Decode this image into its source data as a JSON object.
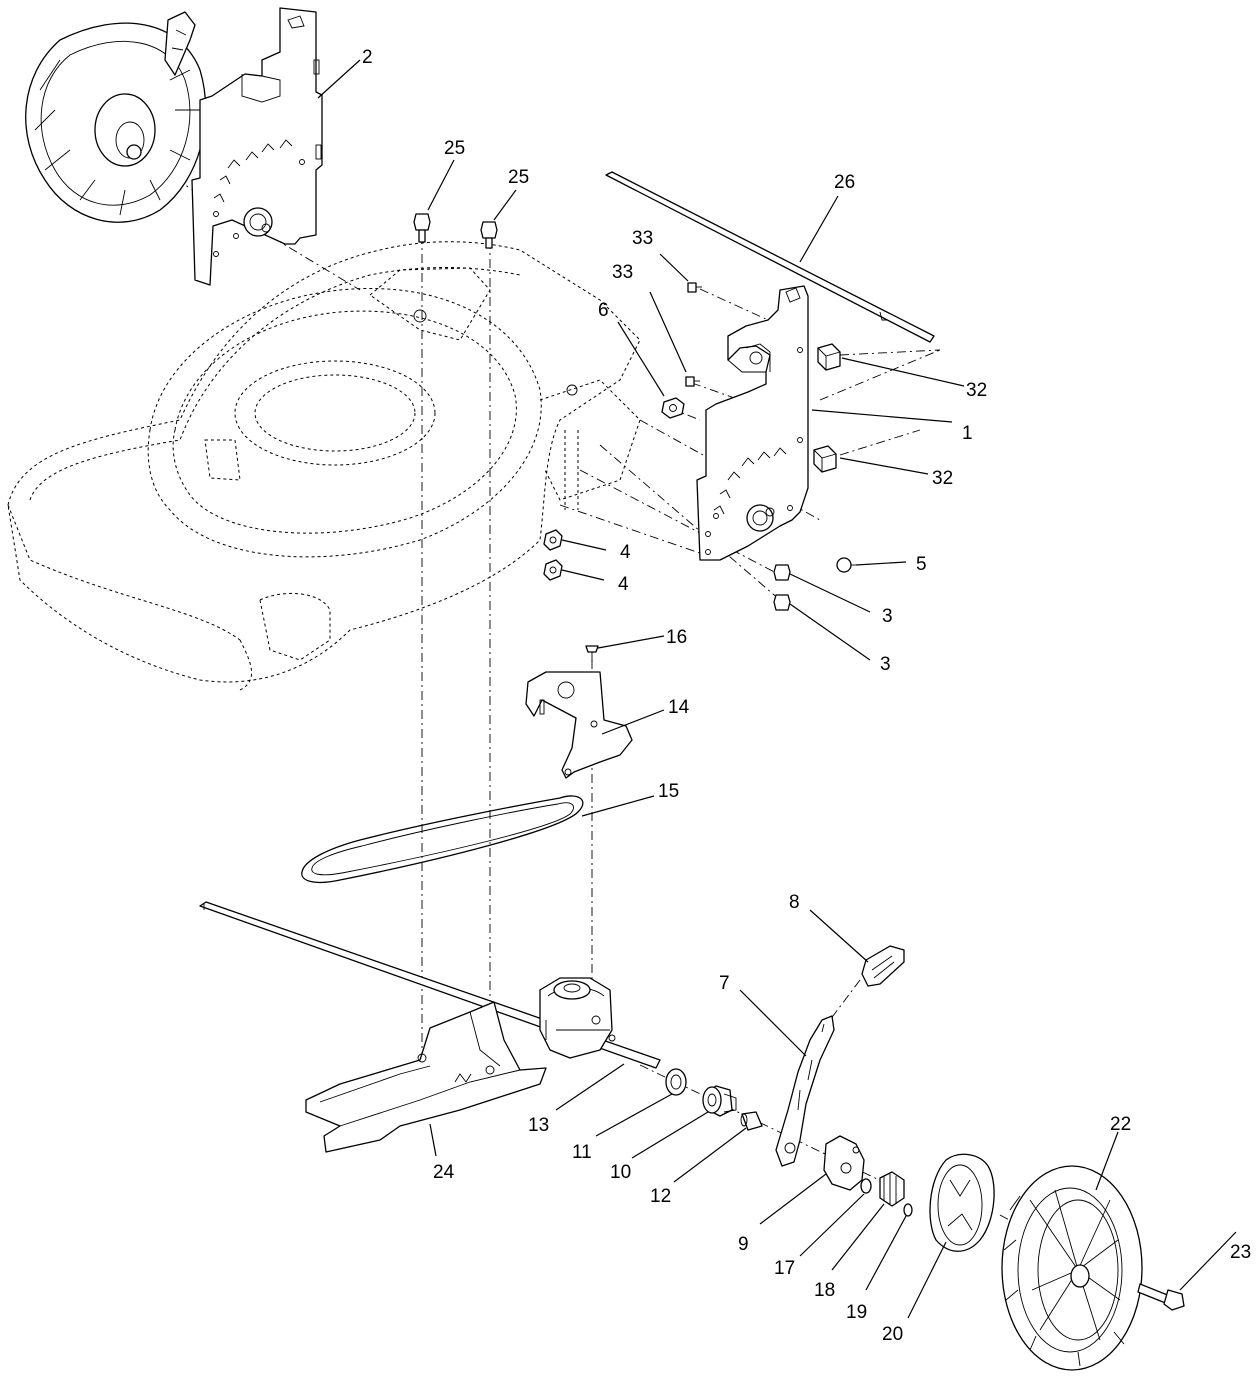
{
  "callouts": [
    {
      "id": "c1",
      "text": "1"
    },
    {
      "id": "c2",
      "text": "2"
    },
    {
      "id": "c3a",
      "text": "3"
    },
    {
      "id": "c3b",
      "text": "3"
    },
    {
      "id": "c4a",
      "text": "4"
    },
    {
      "id": "c4b",
      "text": "4"
    },
    {
      "id": "c5",
      "text": "5"
    },
    {
      "id": "c6",
      "text": "6"
    },
    {
      "id": "c7",
      "text": "7"
    },
    {
      "id": "c8",
      "text": "8"
    },
    {
      "id": "c9",
      "text": "9"
    },
    {
      "id": "c10",
      "text": "10"
    },
    {
      "id": "c11",
      "text": "11"
    },
    {
      "id": "c12",
      "text": "12"
    },
    {
      "id": "c13",
      "text": "13"
    },
    {
      "id": "c14",
      "text": "14"
    },
    {
      "id": "c15",
      "text": "15"
    },
    {
      "id": "c16",
      "text": "16"
    },
    {
      "id": "c17",
      "text": "17"
    },
    {
      "id": "c18",
      "text": "18"
    },
    {
      "id": "c19",
      "text": "19"
    },
    {
      "id": "c20",
      "text": "20"
    },
    {
      "id": "c22",
      "text": "22"
    },
    {
      "id": "c23",
      "text": "23"
    },
    {
      "id": "c24",
      "text": "24"
    },
    {
      "id": "c25a",
      "text": "25"
    },
    {
      "id": "c25b",
      "text": "25"
    },
    {
      "id": "c26",
      "text": "26"
    },
    {
      "id": "c32a",
      "text": "32"
    },
    {
      "id": "c32b",
      "text": "32"
    },
    {
      "id": "c33a",
      "text": "33"
    },
    {
      "id": "c33b",
      "text": "33"
    }
  ]
}
